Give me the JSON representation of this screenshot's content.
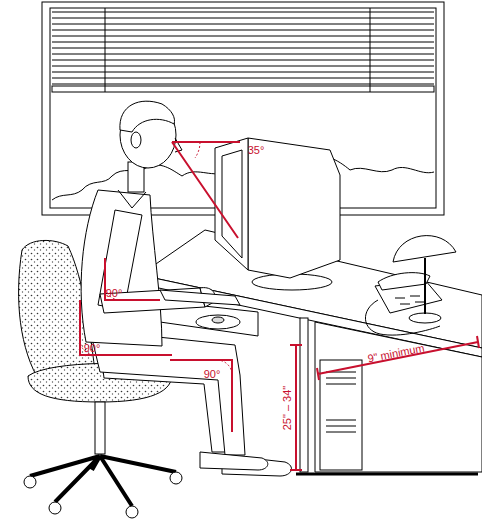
{
  "diagram": {
    "labels": [
      "35°",
      "90°",
      "90°",
      "90°",
      "25\" – 34\"",
      "9\" minimum"
    ]
  }
}
